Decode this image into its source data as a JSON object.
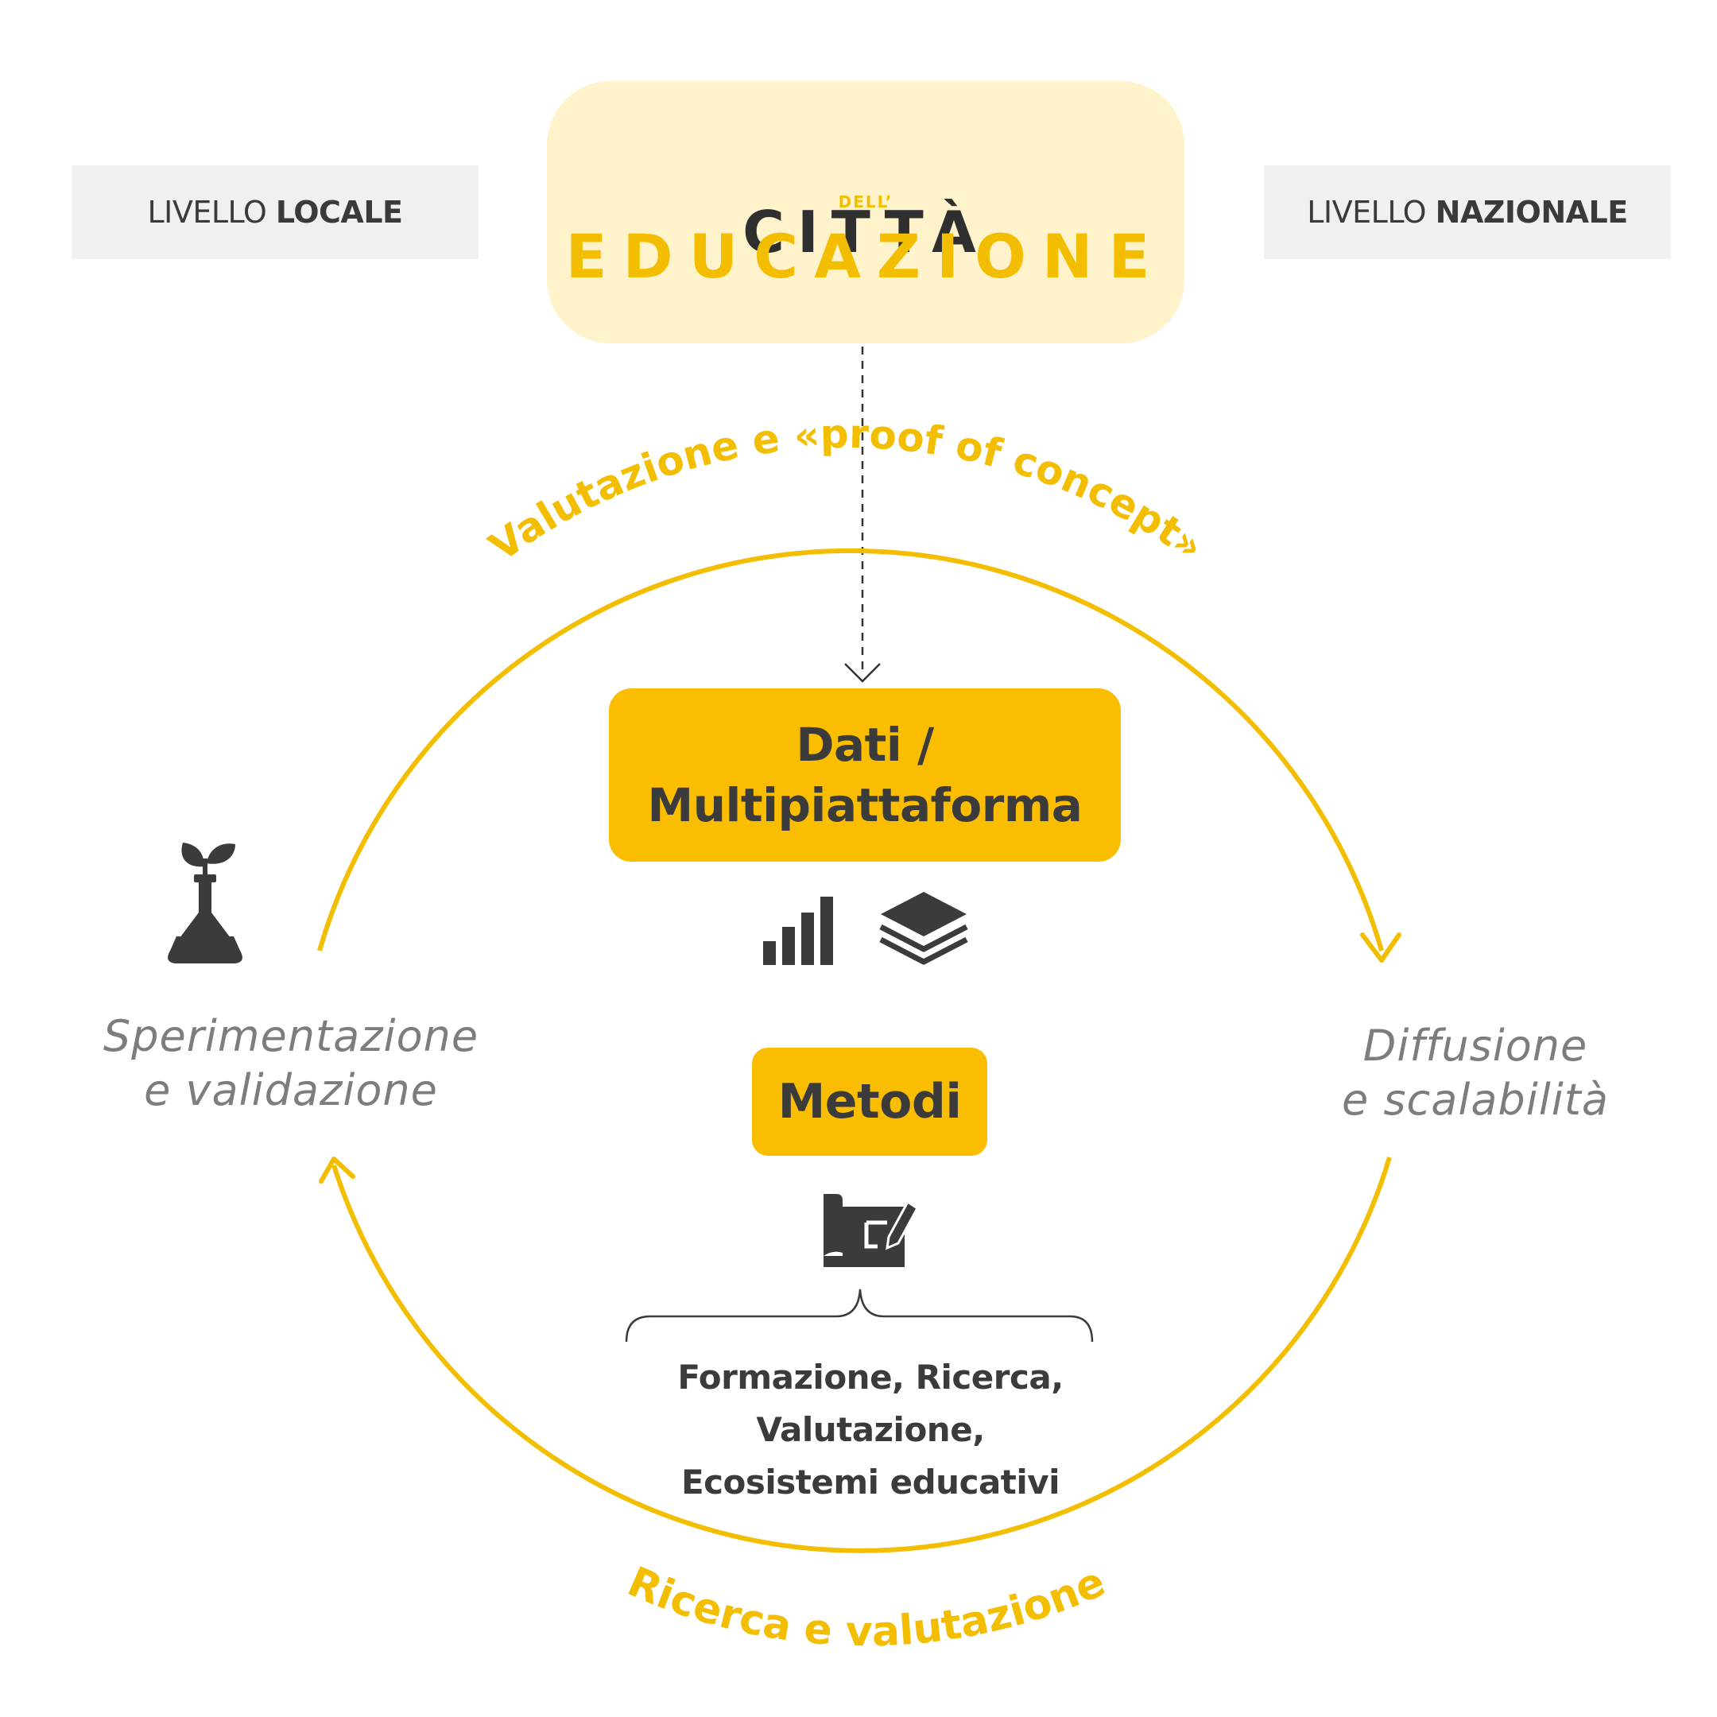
{
  "levels": {
    "local": {
      "prefix": "LIVELLO",
      "strong": "LOCALE"
    },
    "national": {
      "prefix": "LIVELLO",
      "strong": "NAZIONALE"
    }
  },
  "logo": {
    "line1": "CITTÀ",
    "line2": "DELL’",
    "line3": "EDUCAZIONE"
  },
  "cycle": {
    "top_label": "Valutazione e «proof of concept»",
    "bottom_label": "Ricerca e valutazione",
    "left_label_line1": "Sperimentazione",
    "left_label_line2": "e validazione",
    "right_label_line1": "Diffusione",
    "right_label_line2": "e scalabilità"
  },
  "center": {
    "data_box_line1": "Dati /",
    "data_box_line2": "Multipiattaforma",
    "methods_box": "Metodi",
    "methods_list": [
      "Formazione, Ricerca,",
      "Valutazione,",
      "Ecosistemi educativi"
    ]
  },
  "icons": {
    "left": "plant-flask-icon",
    "data_1": "bar-chart-icon",
    "data_2": "layers-icon",
    "methods": "blueprint-icon"
  },
  "colors": {
    "accent": "#fbbd00",
    "logo_bg": "#fff3cc",
    "level_bg": "#f0f0f0",
    "text_dark": "#3b3b3b",
    "text_muted": "#7d7d7d"
  }
}
